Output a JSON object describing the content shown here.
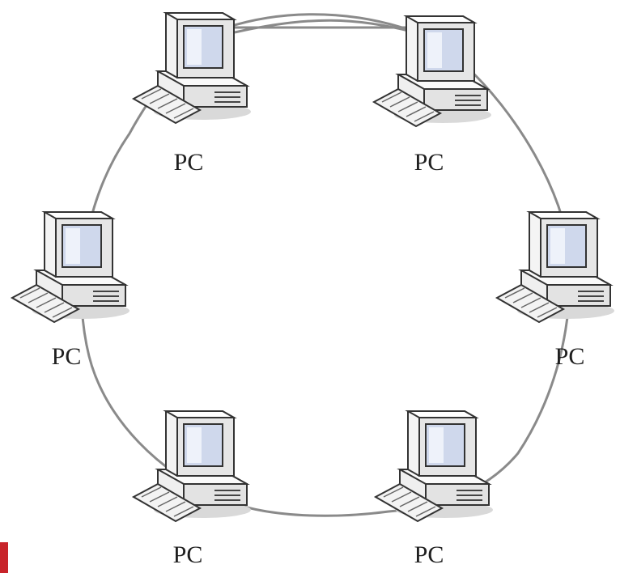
{
  "diagram": {
    "type": "ring-network",
    "ring_color": "#8a8a8a",
    "nodes": [
      {
        "label": "PC",
        "icon": "computer-icon"
      },
      {
        "label": "PC",
        "icon": "computer-icon"
      },
      {
        "label": "PC",
        "icon": "computer-icon"
      },
      {
        "label": "PC",
        "icon": "computer-icon"
      },
      {
        "label": "PC",
        "icon": "computer-icon"
      },
      {
        "label": "PC",
        "icon": "computer-icon"
      }
    ]
  },
  "colors": {
    "accent": "#c8242a",
    "screen": "#cfd8ec",
    "case": "#f1f1f1",
    "outline": "#333333"
  }
}
